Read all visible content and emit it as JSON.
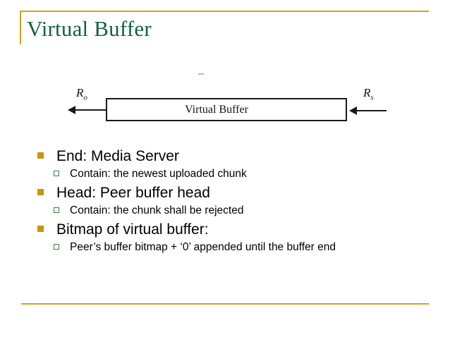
{
  "slide": {
    "title": "Virtual Buffer",
    "title_color": "#13623c",
    "accent_color": "#d6a219"
  },
  "figure": {
    "box_label": "Virtual Buffer",
    "left_arrow_label": "R",
    "left_arrow_sub": "o",
    "right_arrow_label": "R",
    "right_arrow_sub": "s"
  },
  "bullets": [
    {
      "level": 1,
      "text": "End: Media Server",
      "marker_color": "#c8960c"
    },
    {
      "level": 2,
      "text": "Contain: the newest uploaded chunk",
      "marker_color": "#3f7f3f"
    },
    {
      "level": 1,
      "text": "Head: Peer buffer head",
      "marker_color": "#c8960c"
    },
    {
      "level": 2,
      "text": "Contain: the chunk shall be rejected",
      "marker_color": "#3f7f3f"
    },
    {
      "level": 1,
      "text": "Bitmap of virtual buffer:",
      "marker_color": "#c8960c"
    },
    {
      "level": 2,
      "text": "Peer’s buffer bitmap + ‘0’ appended until the buffer end",
      "marker_color": "#3f7f3f"
    }
  ]
}
